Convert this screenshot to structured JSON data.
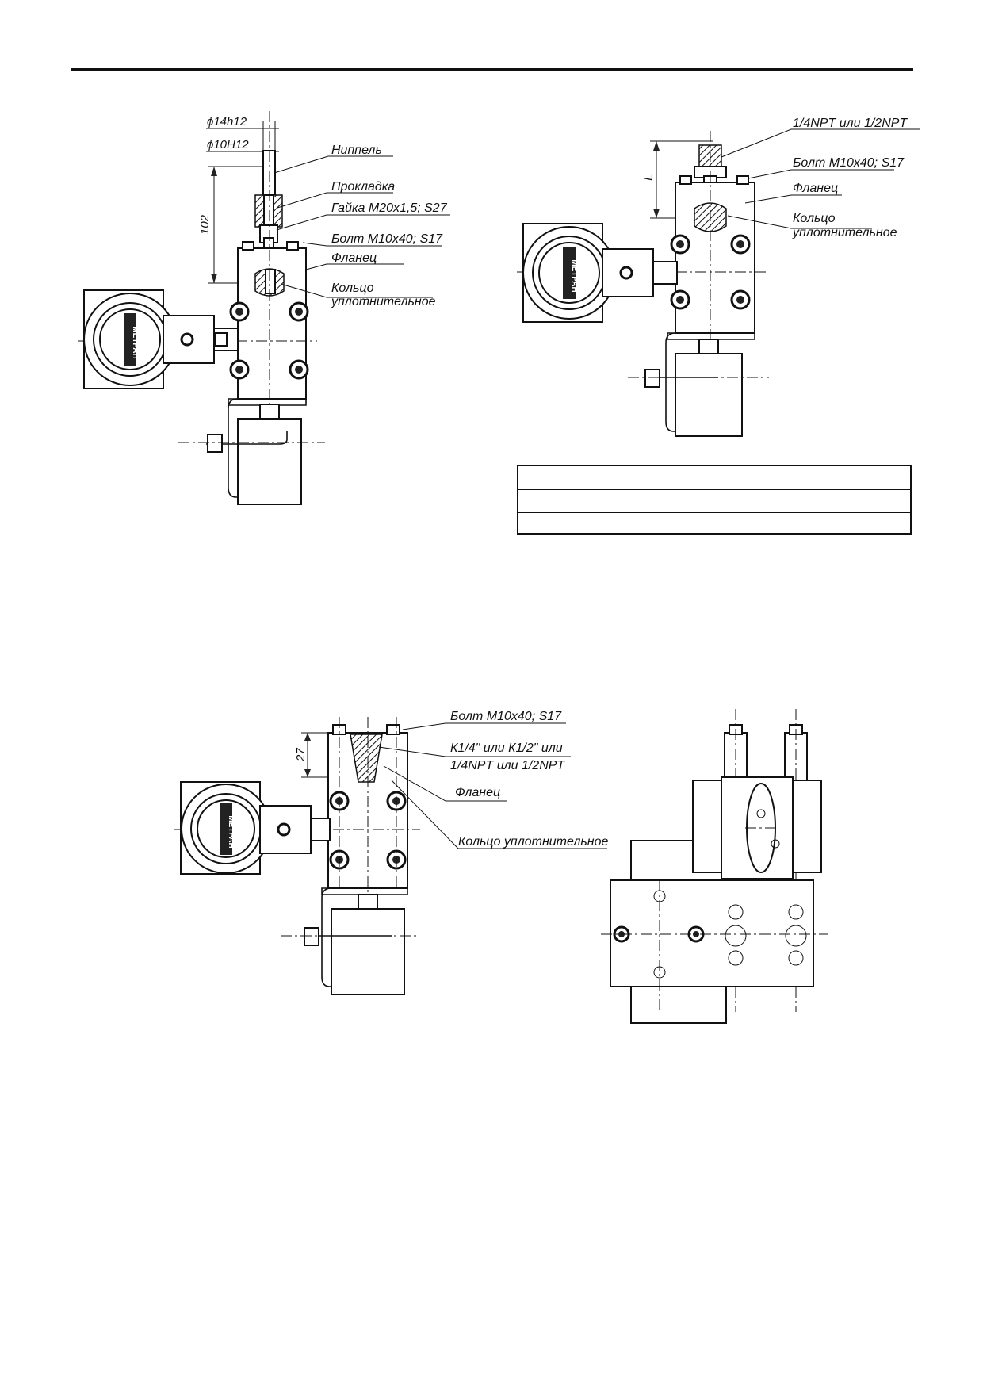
{
  "fig_top_left": {
    "dim_outer_diameter": "ϕ14h12",
    "dim_inner_diameter": "ϕ10H12",
    "dim_height": "102",
    "label_nipple": "Ниппель",
    "label_gasket": "Прокладка",
    "label_nut": "Гайка М20х1,5; S27",
    "label_bolt": "Болт М10х40; S17",
    "label_flange": "Фланец",
    "label_ring_line1": "Кольцо",
    "label_ring_line2": "уплотнительное",
    "logo_text": "МЕТРАН"
  },
  "fig_top_right": {
    "label_thread": "1/4NPT или 1/2NPT",
    "label_bolt": "Болт М10х40; S17",
    "label_flange": "Фланец",
    "label_ring_line1": "Кольцо",
    "label_ring_line2": "уплотнительное",
    "dim_length": "L",
    "logo_text": "МЕТРАН"
  },
  "table": {
    "rows": [
      [
        "",
        ""
      ],
      [
        "",
        ""
      ],
      [
        "",
        ""
      ]
    ]
  },
  "fig_bottom_left": {
    "label_bolt": "Болт М10х40; S17",
    "label_thread_line1": "К1/4\" или К1/2\" или",
    "label_thread_line2": "1/4NPT или 1/2NPT",
    "label_flange": "Фланец",
    "label_ring": "Кольцо уплотнительное",
    "dim_height": "27",
    "logo_text": "МЕТРАН"
  },
  "fig_bottom_right": {}
}
